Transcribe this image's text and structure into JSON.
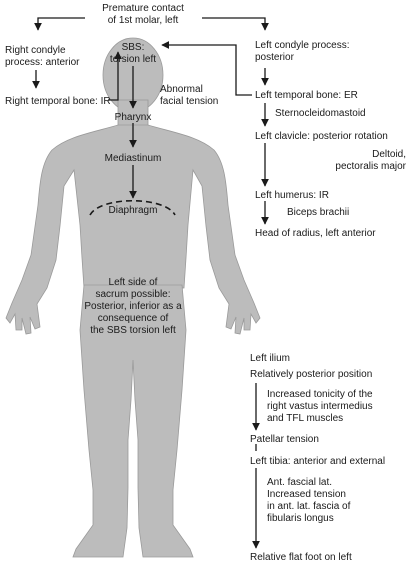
{
  "labels": {
    "premature_contact_1": "Premature contact",
    "premature_contact_2": "of 1st molar, left",
    "right_condyle_1": "Right condyle",
    "right_condyle_2": "process: anterior",
    "right_temporal": "Right temporal bone: IR",
    "sbs_1": "SBS:",
    "sbs_2": "torsion left",
    "abnormal_1": "Abnormal",
    "abnormal_2": "facial tension",
    "pharynx": "Pharynx",
    "mediastinum": "Mediastinum",
    "diaphragm": "Diaphragm",
    "sacrum_1": "Left side of",
    "sacrum_2": "sacrum possible:",
    "sacrum_3": "Posterior, inferior as a",
    "sacrum_4": "consequence of",
    "sacrum_5": "the SBS torsion left",
    "left_condyle_1": "Left condyle process:",
    "left_condyle_2": "posterior",
    "left_temporal": "Left temporal bone: ER",
    "sternocleidomastoid": "Sternocleidomastoid",
    "left_clavicle": "Left clavicle: posterior rotation",
    "deltoid_1": "Deltoid,",
    "deltoid_2": "pectoralis major",
    "left_humerus": "Left humerus: IR",
    "biceps": "Biceps brachii",
    "head_radius": "Head of radius, left anterior",
    "left_ilium": "Left ilium",
    "rel_posterior": "Relatively posterior position",
    "tonicity_1": "Increased tonicity of the",
    "tonicity_2": "right vastus intermedius",
    "tonicity_3": "and TFL muscles",
    "patellar": "Patellar tension",
    "left_tibia": "Left tibia: anterior and external",
    "fascial_1": "Ant. fascial lat.",
    "fascial_2": "Increased tension",
    "fascial_3": "in ant. lat. fascia of",
    "fascial_4": "fibularis longus",
    "flat_foot": "Relative flat foot on left"
  }
}
